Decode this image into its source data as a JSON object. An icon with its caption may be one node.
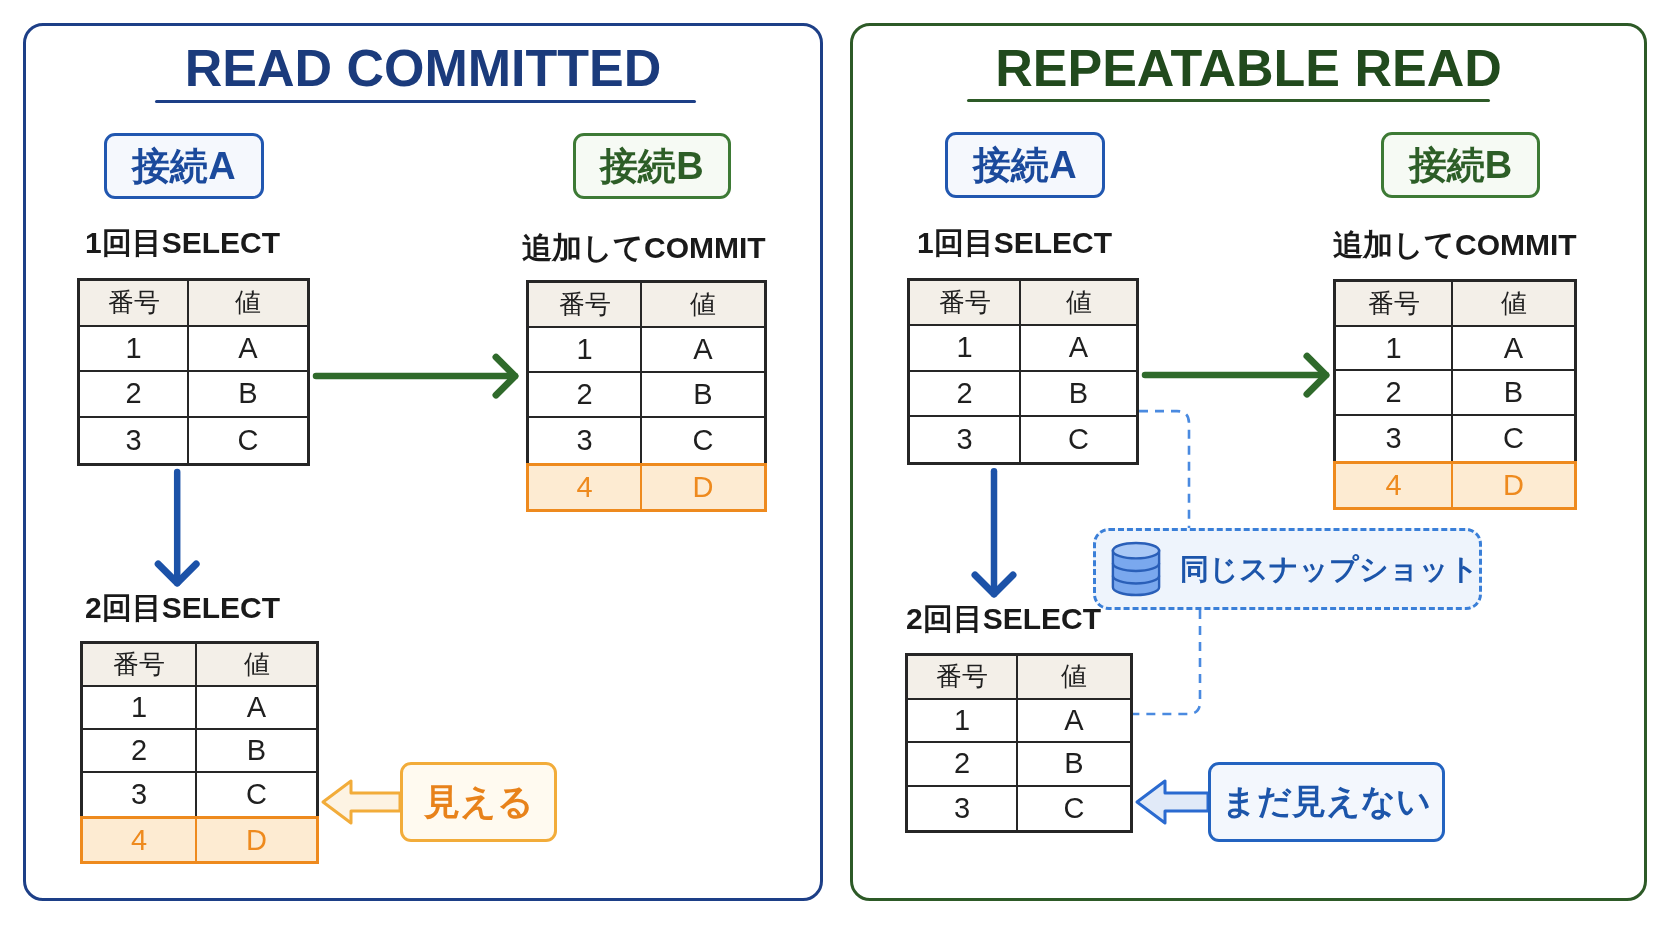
{
  "diagram": {
    "nodes": [
      {
        "text": [
          "READ COMMITTED"
        ]
      },
      {
        "text": [
          "接続A"
        ],
        "in": 0
      },
      {
        "text": [
          "接続B"
        ],
        "in": 0
      },
      {
        "text": [
          "1回目SELECT",
          "番号",
          "値",
          "1",
          "A",
          "2",
          "B",
          "3",
          "C"
        ],
        "in": 0
      },
      {
        "text": [
          "追加してCOMMIT",
          "番号",
          "値",
          "1",
          "A",
          "2",
          "B",
          "3",
          "C",
          "4",
          "D"
        ],
        "in": 0
      },
      {
        "text": [
          "2回目SELECT",
          "番号",
          "値",
          "1",
          "A",
          "2",
          "B",
          "3",
          "C",
          "4",
          "D"
        ],
        "in": 0
      },
      {
        "text": [
          "見える"
        ],
        "in": 0
      },
      {
        "text": [
          "REPEATABLE READ"
        ]
      },
      {
        "text": [
          "接続A"
        ],
        "in": 7
      },
      {
        "text": [
          "接続B"
        ],
        "in": 7
      },
      {
        "text": [
          "1回目SELECT",
          "番号",
          "値",
          "1",
          "A",
          "2",
          "B",
          "3",
          "C"
        ],
        "in": 7
      },
      {
        "text": [
          "追加してCOMMIT",
          "番号",
          "値",
          "1",
          "A",
          "2",
          "B",
          "3",
          "C",
          "4",
          "D"
        ],
        "in": 7
      },
      {
        "text": [
          "同じスナップショット"
        ],
        "in": 7
      },
      {
        "text": [
          "2回目SELECT",
          "番号",
          "値",
          "1",
          "A",
          "2",
          "B",
          "3",
          "C"
        ],
        "in": 7
      },
      {
        "text": [
          "まだ見えない"
        ],
        "in": 7
      }
    ],
    "edges": [
      {
        "from": 3,
        "to": 4,
        "arrow": "to",
        "color": "#2f6a2b"
      },
      {
        "from": 3,
        "to": 5,
        "arrow": "to",
        "color": "#1c52a8"
      },
      {
        "from": 6,
        "to": 5,
        "arrow": "to",
        "style": "thick",
        "color": "#f2ac3a"
      },
      {
        "from": 10,
        "to": 11,
        "arrow": "to",
        "color": "#2f6a2b"
      },
      {
        "from": 10,
        "to": 13,
        "arrow": "to",
        "color": "#1c52a8"
      },
      {
        "from": 10,
        "to": 12,
        "arrow": "none",
        "style": "dashed",
        "color": "#4a8ae0"
      },
      {
        "from": 12,
        "to": 13,
        "arrow": "none",
        "style": "dashed",
        "color": "#4a8ae0"
      },
      {
        "from": 14,
        "to": 13,
        "arrow": "to",
        "style": "thick",
        "color": "#2a6ad0"
      }
    ]
  }
}
